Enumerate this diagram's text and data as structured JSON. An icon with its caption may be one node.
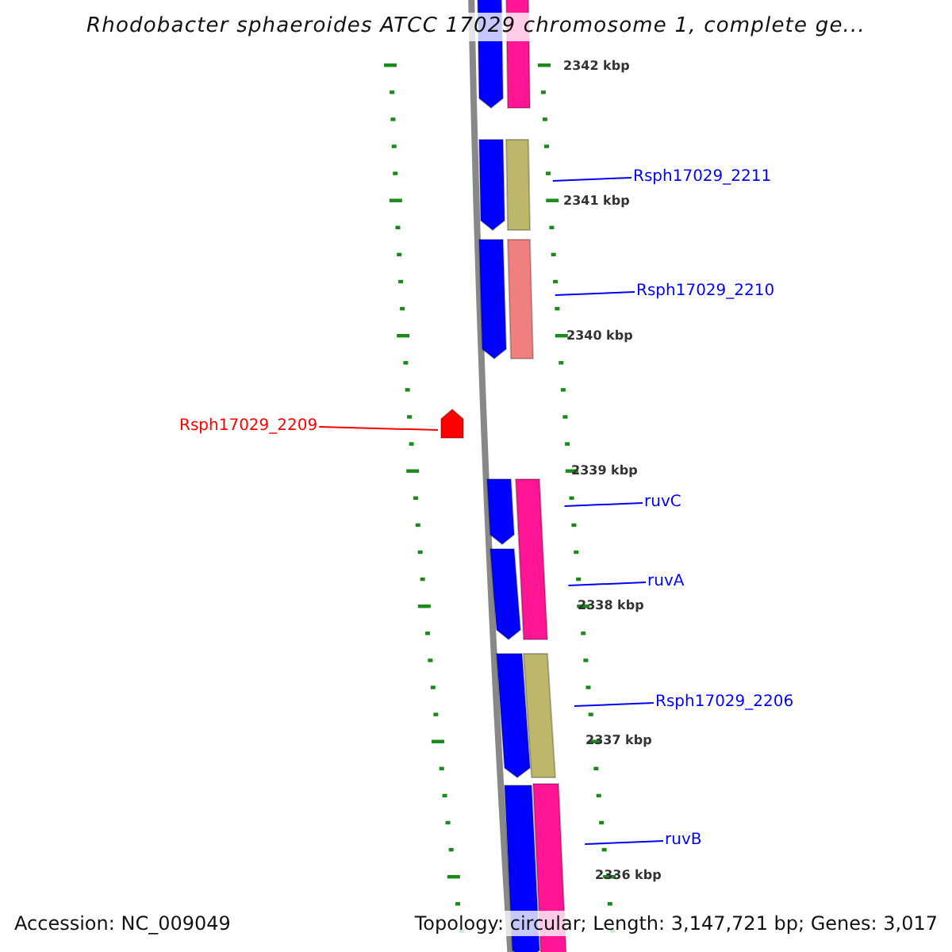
{
  "diagram": {
    "title": "Rhodobacter sphaeroides ATCC 17029 chromosome 1, complete ge...",
    "nodes": [
      {
        "text": [],
        "shape": "pentagon"
      },
      {
        "text": [],
        "shape": "bar"
      },
      {
        "text": [
          "Rsph17029_2211"
        ]
      },
      {
        "text": [],
        "shape": "pentagon"
      },
      {
        "text": [],
        "shape": "bar"
      },
      {
        "text": [
          "Rsph17029_2210"
        ]
      },
      {
        "text": [],
        "shape": "pentagon"
      },
      {
        "text": [],
        "shape": "bar"
      },
      {
        "text": [
          "Rsph17029_2209"
        ]
      },
      {
        "text": [],
        "shape": "pentagon"
      },
      {
        "text": [
          "ruvC"
        ]
      },
      {
        "text": [],
        "shape": "pentagon"
      },
      {
        "text": [],
        "shape": "bar"
      },
      {
        "text": [
          "ruvA"
        ]
      },
      {
        "text": [],
        "shape": "pentagon"
      },
      {
        "text": [
          "Rsph17029_2206"
        ]
      },
      {
        "text": [],
        "shape": "pentagon"
      },
      {
        "text": [],
        "shape": "bar"
      },
      {
        "text": [
          "ruvB"
        ]
      },
      {
        "text": [],
        "shape": "pentagon"
      },
      {
        "text": [],
        "shape": "bar"
      }
    ],
    "edges": [
      {
        "from": 2,
        "to": 4,
        "arrow": "none"
      },
      {
        "from": 5,
        "to": 7,
        "arrow": "none"
      },
      {
        "from": 8,
        "to": 9,
        "arrow": "none",
        "color": "#ff0000"
      },
      {
        "from": 10,
        "to": 12,
        "arrow": "none"
      },
      {
        "from": 13,
        "to": 12,
        "arrow": "none"
      },
      {
        "from": 15,
        "to": 17,
        "arrow": "none"
      },
      {
        "from": 18,
        "to": 20,
        "arrow": "none"
      }
    ],
    "labels": [
      "2342 kbp",
      "2341 kbp",
      "2340 kbp",
      "2339 kbp",
      "2338 kbp",
      "2337 kbp",
      "2336 kbp",
      "Accession: NC_009049",
      "Topology: circular; Length: 3,147,721 bp; Genes: 3,017"
    ]
  }
}
